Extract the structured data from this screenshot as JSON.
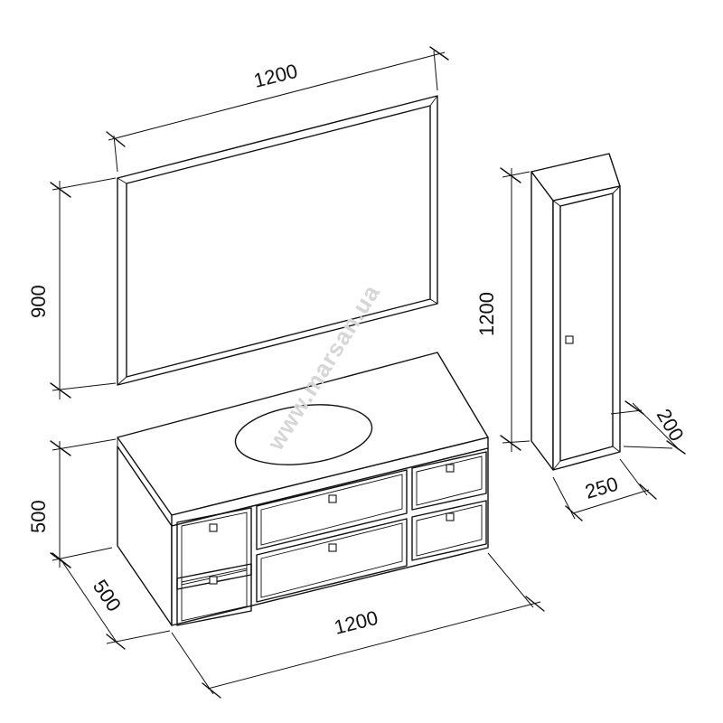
{
  "dimensions": {
    "mirror_width": "1200",
    "mirror_height": "900",
    "cabinet_height": "1200",
    "cabinet_depth": "200",
    "cabinet_width": "250",
    "vanity_height": "500",
    "vanity_depth": "500",
    "vanity_width": "1200"
  },
  "watermark": "www.marsan.ua"
}
